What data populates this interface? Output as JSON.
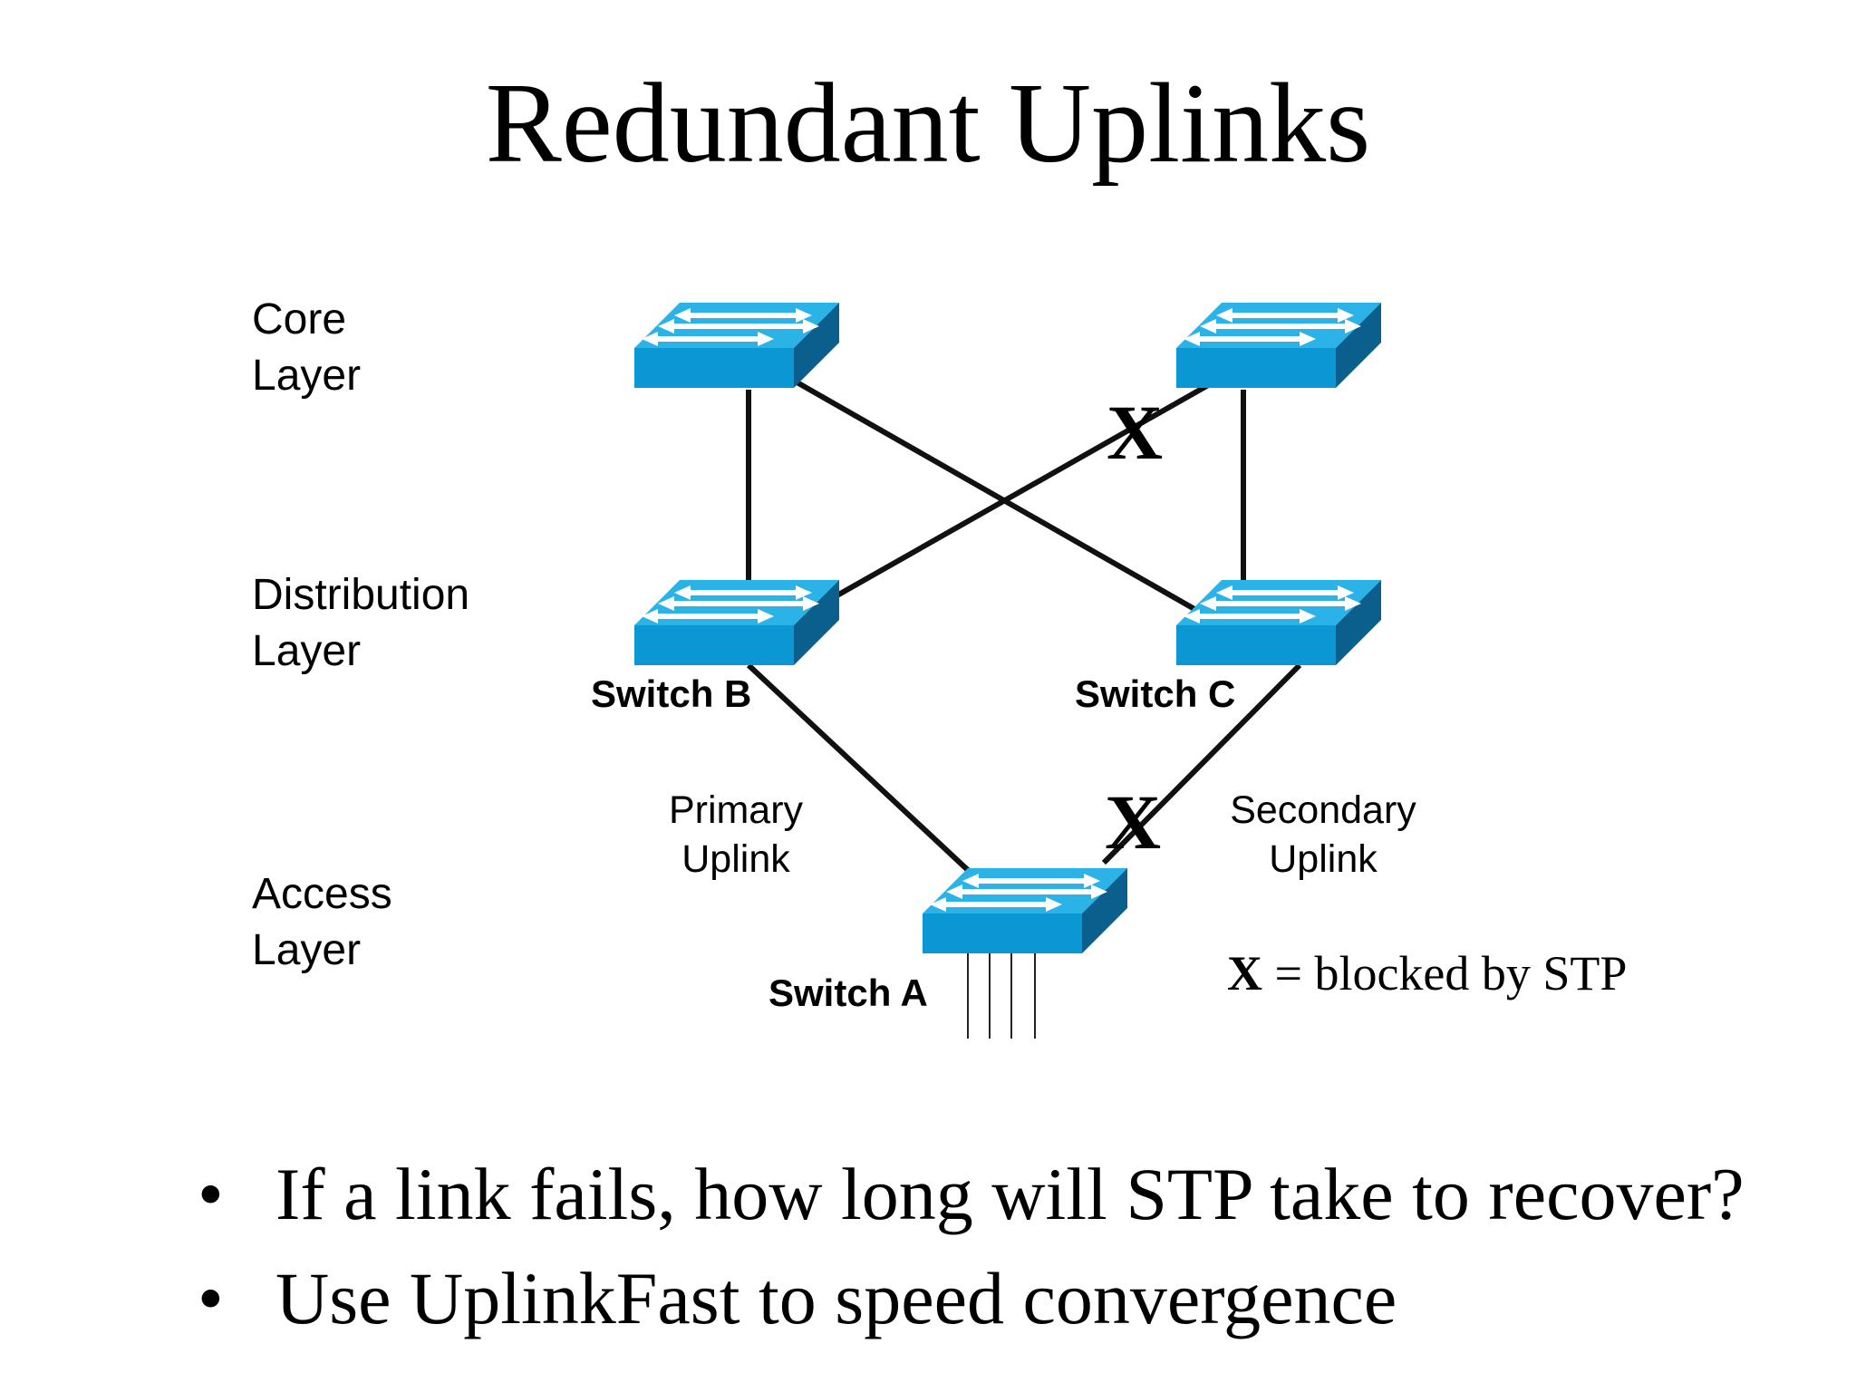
{
  "title": "Redundant Uplinks",
  "layers": {
    "core": [
      "Core",
      "Layer"
    ],
    "distribution": [
      "Distribution",
      "Layer"
    ],
    "access": [
      "Access",
      "Layer"
    ]
  },
  "switches": {
    "b": "Switch B",
    "c": "Switch C",
    "a": "Switch A"
  },
  "uplinks": {
    "primary": [
      "Primary",
      "Uplink"
    ],
    "secondary": [
      "Secondary",
      "Uplink"
    ]
  },
  "blocked_marker": "X",
  "legend": {
    "marker": "X",
    "text": " = blocked by STP"
  },
  "bullets": [
    "If a link fails, how long will STP take to recover?",
    "Use UplinkFast to speed convergence"
  ],
  "colors": {
    "switch_front": "#0a97d4",
    "switch_top": "#2bb3e8",
    "switch_side": "#0a5f8c",
    "arrow": "#ffffff",
    "link": "#111111"
  }
}
